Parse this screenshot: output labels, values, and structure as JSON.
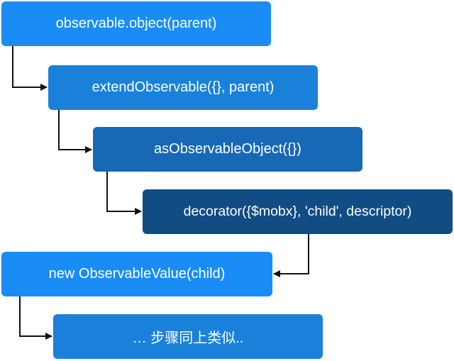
{
  "nodes": {
    "n1": "observable.object(parent)",
    "n2": "extendObservable({}, parent)",
    "n3": "asObservableObject({})",
    "n4": "decorator({$mobx}, 'child', descriptor)",
    "n5": "new ObservableValue(child)",
    "n6": "… 步骤同上类似.."
  },
  "colors": {
    "level1": "#1a8cf5",
    "level2": "#1a81da",
    "level3": "#1769b6",
    "level4": "#124c84",
    "connector": "#111111"
  }
}
